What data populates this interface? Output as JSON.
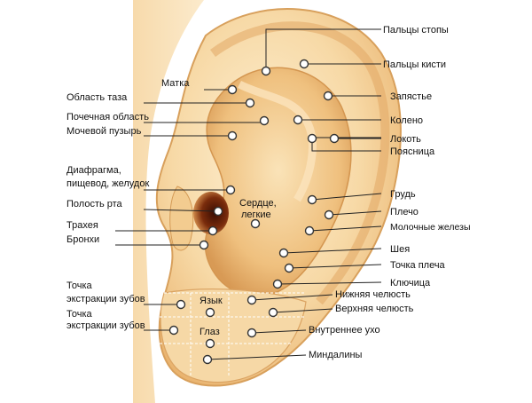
{
  "labels": {
    "toes": "Пальцы стопы",
    "fingers": "Пальцы кисти",
    "wrist": "Запястье",
    "knee": "Колено",
    "elbow": "Локоть",
    "lumbar": "Поясница",
    "uterus": "Матка",
    "pelvis": "Область таза",
    "kidney": "Почечная область",
    "bladder": "Мочевой пузырь",
    "diaphragm_1": "Диафрагма,",
    "diaphragm_2": "пищевод, желудок",
    "chest": "Грудь",
    "shoulder": "Плечо",
    "mammary": "Молочные железы",
    "neck": "Шея",
    "shoulder_point": "Точка плеча",
    "clavicle": "Ключица",
    "mouth": "Полость рта",
    "trachea": "Трахея",
    "bronchi": "Бронхи",
    "heart_1": "Сердце,",
    "heart_2": "легкие",
    "tooth1_1": "Точка",
    "tooth1_2": "экстракции зубов",
    "tooth2_1": "Точка",
    "tooth2_2": "экстракции зубов",
    "tongue": "Язык",
    "eye": "Глаз",
    "lower_jaw": "Нижняя челюсть",
    "upper_jaw": "Верхняя челюсть",
    "inner_ear": "Внутреннее ухо",
    "tonsils": "Миндалины"
  },
  "colors": {
    "skin_light": "#fbe6bf",
    "skin_mid": "#f2c98a",
    "skin_dark": "#d9974f",
    "canal": "#5a1e0a",
    "line": "#222222",
    "point": "#ffffff"
  }
}
